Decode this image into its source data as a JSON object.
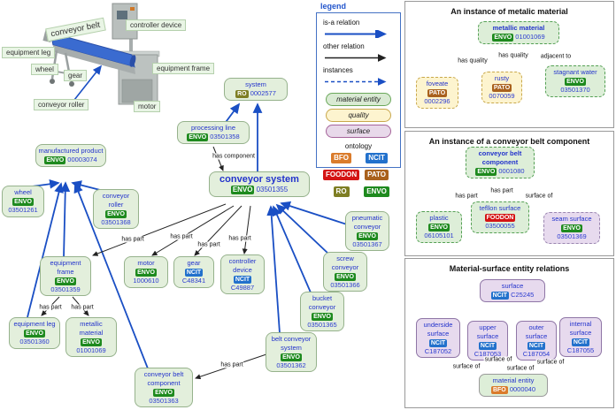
{
  "photo": {
    "labels": {
      "conveyor_belt": "conveyor belt",
      "controller_device": "controller device",
      "equipment_leg": "equipment leg",
      "wheel": "wheel",
      "gear": "gear",
      "equipment_frame": "equipment frame",
      "conveyor_roller": "conveyor roller",
      "motor": "motor"
    }
  },
  "legend": {
    "title": "legend",
    "is_a": "is-a relation",
    "other": "other relation",
    "instances": "instances",
    "material_entity": "material entity",
    "quality": "quality",
    "surface": "surface",
    "ontology": "ontology",
    "badges": {
      "bfo": "BFO",
      "ncit": "NCIT",
      "foodon": "FOODON",
      "pato": "PATO",
      "ro": "RO",
      "envo": "ENVO"
    }
  },
  "rel": {
    "has_part": "has part",
    "has_component": "has component",
    "has_quality": "has quality",
    "adjacent_to": "adjacent to",
    "surface_of": "surface of"
  },
  "main": {
    "nodes": {
      "system": {
        "name": "system",
        "onto": "RO",
        "id": "0002577"
      },
      "processing_line": {
        "name": "processing line",
        "onto": "ENVO",
        "id": "03501358"
      },
      "conveyor_system": {
        "name": "conveyor system",
        "onto": "ENVO",
        "id": "03501355"
      },
      "manufactured_product": {
        "name": "manufactured product",
        "onto": "ENVO",
        "id": "00003074"
      },
      "wheel": {
        "name": "wheel",
        "onto": "ENVO",
        "id": "03501261"
      },
      "conveyor_roller": {
        "name": "conveyor roller",
        "onto": "ENVO",
        "id": "03501368"
      },
      "equipment_frame": {
        "name": "equipment frame",
        "onto": "ENVO",
        "id": "03501359"
      },
      "equipment_leg": {
        "name": "equipment leg",
        "onto": "ENVO",
        "id": "03501360"
      },
      "metallic_material": {
        "name": "metallic material",
        "onto": "ENVO",
        "id": "01001069"
      },
      "motor": {
        "name": "motor",
        "onto": "ENVO",
        "id": "1000610"
      },
      "gear": {
        "name": "gear",
        "onto": "NCIT",
        "id": "C48341"
      },
      "controller_device": {
        "name": "controller device",
        "onto": "NCIT",
        "id": "C49887"
      },
      "pneumatic_conveyor": {
        "name": "pneumatic conveyor",
        "onto": "ENVO",
        "id": "03501367"
      },
      "screw_conveyor": {
        "name": "screw conveyor",
        "onto": "ENVO",
        "id": "03501366"
      },
      "bucket_conveyor": {
        "name": "bucket conveyor",
        "onto": "ENVO",
        "id": "03501365"
      },
      "belt_conveyor_system": {
        "name": "belt conveyor system",
        "onto": "ENVO",
        "id": "03501362"
      },
      "conveyor_belt_component": {
        "name": "conveyor belt component",
        "onto": "ENVO",
        "id": "03501363"
      }
    }
  },
  "panel1": {
    "title": "An instance of metalic material",
    "nodes": {
      "metallic_material": {
        "name": "metallic material",
        "onto": "ENVO",
        "id": "01001069"
      },
      "foveate": {
        "name": "foveate",
        "onto": "PATO",
        "id": "0002296"
      },
      "rusty": {
        "name": "rusty",
        "onto": "PATO",
        "id": "0070059"
      },
      "stagnant_water": {
        "name": "stagnant water",
        "onto": "ENVO",
        "id": "03501370"
      }
    }
  },
  "panel2": {
    "title": "An instance of a conveyor belt component",
    "nodes": {
      "conveyor_belt_component": {
        "name": "conveyor belt component",
        "onto": "ENVO",
        "id": "0001080"
      },
      "plastic": {
        "name": "plastic",
        "onto": "ENVO",
        "id": "06105101"
      },
      "tefllon_surface": {
        "name": "tefllon surface",
        "onto": "FOODON",
        "id": "03500055"
      },
      "seam_surface": {
        "name": "seam surface",
        "onto": "ENVO",
        "id": "03501369"
      }
    }
  },
  "panel3": {
    "title": "Material-surface entity relations",
    "nodes": {
      "surface": {
        "name": "surface",
        "onto": "NCIT",
        "id": "C25245"
      },
      "underside_surface": {
        "name": "underside surface",
        "onto": "NCIT",
        "id": "C187052"
      },
      "upper_surface": {
        "name": "upper surface",
        "onto": "NCIT",
        "id": "C187053"
      },
      "outer_surface": {
        "name": "outer surface",
        "onto": "NCIT",
        "id": "C187054"
      },
      "internal_surface": {
        "name": "internal surface",
        "onto": "NCIT",
        "id": "C187055"
      },
      "material_entity": {
        "name": "material entity",
        "onto": "BFO",
        "id": "0000040"
      }
    }
  },
  "colors": {
    "is_a_edge": "#1a4fc4",
    "other_edge": "#222222",
    "envo": "#1e8a1e",
    "ncit": "#2271cc",
    "ro": "#7e7e24",
    "pato": "#a9611d",
    "bfo": "#da7b2b",
    "foodon": "#d41414",
    "node_green": "#e3efdc",
    "quality_yellow": "#fdf4cf",
    "surface_purple": "#e7daee",
    "belt_blue": "#3a6bd0"
  }
}
